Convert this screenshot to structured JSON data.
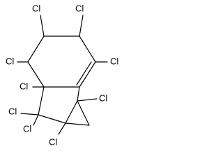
{
  "molecule": {
    "atom_labels": {
      "cl_top_left": "Cl",
      "cl_top_right": "Cl",
      "cl_mid_left": "Cl",
      "cl_mid_right": "Cl",
      "cl_ring_junction": "Cl",
      "cl_gem_upper": "Cl",
      "cl_gem_lower": "Cl",
      "cl_right_bridgehead": "Cl",
      "cl_bottom_bridgehead": "Cl"
    }
  }
}
